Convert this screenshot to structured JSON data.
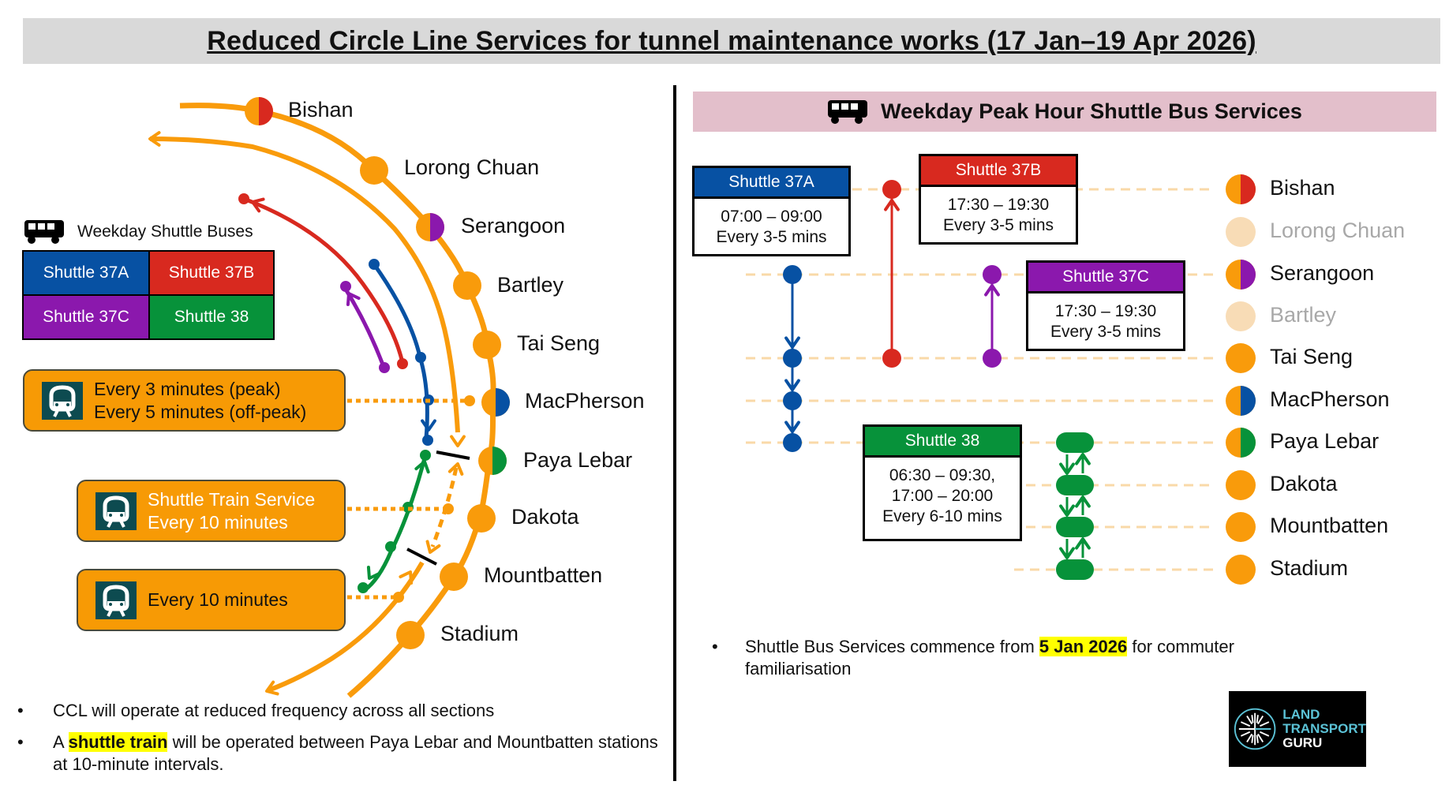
{
  "title": "Reduced Circle Line Services for tunnel maintenance works (17 Jan–19 Apr 2026)",
  "colors": {
    "ccl_orange": "#f99b0b",
    "shuttle_37a": "#0751a3",
    "shuttle_37b": "#d8291f",
    "shuttle_37c": "#8b18ad",
    "shuttle_38": "#07923a",
    "dim_station": "#f8dcb6",
    "dim_text": "#a8a8a8",
    "train_icon_bg": "#0d4b50",
    "highlight": "#ffff00"
  },
  "left": {
    "stations": [
      {
        "name": "Bishan",
        "interchange": "shuttle_37b"
      },
      {
        "name": "Lorong Chuan",
        "interchange": null
      },
      {
        "name": "Serangoon",
        "interchange": "shuttle_37c"
      },
      {
        "name": "Bartley",
        "interchange": null
      },
      {
        "name": "Tai Seng",
        "interchange": null
      },
      {
        "name": "MacPherson",
        "interchange": "shuttle_37a"
      },
      {
        "name": "Paya Lebar",
        "interchange": "shuttle_38"
      },
      {
        "name": "Dakota",
        "interchange": null
      },
      {
        "name": "Mountbatten",
        "interchange": null
      },
      {
        "name": "Stadium",
        "interchange": null
      }
    ],
    "legend": {
      "title": "Weekday Shuttle Buses",
      "icon": "bus-icon",
      "items": [
        "Shuttle 37A",
        "Shuttle 37B",
        "Shuttle 37C",
        "Shuttle 38"
      ]
    },
    "frequency_boxes": [
      {
        "icon": "train-icon",
        "lines": [
          "Every 3 minutes (peak)",
          "Every 5 minutes (off-peak)"
        ],
        "text_color": "dark"
      },
      {
        "icon": "train-icon",
        "lines": [
          "Shuttle Train Service",
          "Every 10 minutes"
        ],
        "text_color": "white"
      },
      {
        "icon": "train-icon",
        "lines": [
          "Every 10 minutes"
        ],
        "text_color": "dark"
      }
    ],
    "bullets": [
      {
        "parts": [
          "CCL will operate at reduced frequency across all sections"
        ]
      },
      {
        "prefix": "A ",
        "highlight": "shuttle train",
        "suffix": " will be operated between Paya Lebar and Mountbatten stations at 10-minute intervals."
      }
    ]
  },
  "right": {
    "banner": {
      "icon": "bus-icon",
      "title": "Weekday Peak Hour Shuttle Bus Services"
    },
    "services": [
      {
        "name": "Shuttle 37A",
        "times": [
          "07:00 – 09:00"
        ],
        "frequency": "Every 3-5 mins",
        "stops": [
          "Serangoon",
          "Tai Seng",
          "MacPherson",
          "Paya Lebar"
        ],
        "direction": "down"
      },
      {
        "name": "Shuttle 37B",
        "times": [
          "17:30 – 19:30"
        ],
        "frequency": "Every 3-5 mins",
        "stops": [
          "Tai Seng",
          "Bishan"
        ],
        "direction": "up"
      },
      {
        "name": "Shuttle 37C",
        "times": [
          "17:30 – 19:30"
        ],
        "frequency": "Every 3-5 mins",
        "stops": [
          "Tai Seng",
          "Serangoon"
        ],
        "direction": "up"
      },
      {
        "name": "Shuttle 38",
        "times": [
          "06:30 – 09:30,",
          "17:00 – 20:00"
        ],
        "frequency": "Every 6-10 mins",
        "stops": [
          "Paya Lebar",
          "Dakota",
          "Mountbatten",
          "Stadium"
        ],
        "direction": "both"
      }
    ],
    "stations": [
      {
        "name": "Bishan",
        "state": "active",
        "interchange": "shuttle_37b"
      },
      {
        "name": "Lorong Chuan",
        "state": "dimmed",
        "interchange": null
      },
      {
        "name": "Serangoon",
        "state": "active",
        "interchange": "shuttle_37c"
      },
      {
        "name": "Bartley",
        "state": "dimmed",
        "interchange": null
      },
      {
        "name": "Tai Seng",
        "state": "active",
        "interchange": null
      },
      {
        "name": "MacPherson",
        "state": "active",
        "interchange": "shuttle_37a"
      },
      {
        "name": "Paya Lebar",
        "state": "active",
        "interchange": "shuttle_38"
      },
      {
        "name": "Dakota",
        "state": "active",
        "interchange": null
      },
      {
        "name": "Mountbatten",
        "state": "active",
        "interchange": null
      },
      {
        "name": "Stadium",
        "state": "active",
        "interchange": null
      }
    ],
    "note": {
      "prefix": "Shuttle Bus Services commence from ",
      "highlight": "5 Jan 2026",
      "suffix": " for commuter familiarisation"
    },
    "logo": {
      "lines": [
        "LAND",
        "TRANSPORT",
        "GURU"
      ]
    }
  }
}
